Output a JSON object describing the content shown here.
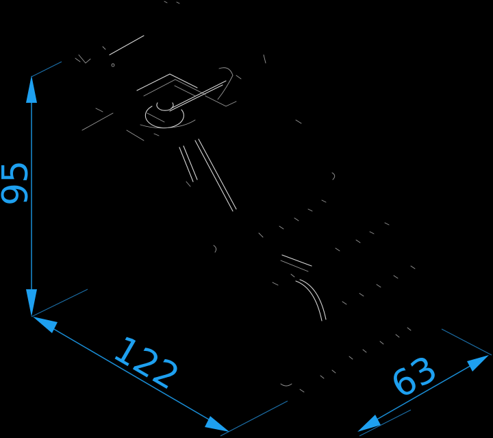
{
  "dimensions": {
    "height": "95",
    "width": "122",
    "depth": "63"
  },
  "colors": {
    "background": "#000000",
    "dimension": "#1ea0f0",
    "line_art": "#d8d8d8"
  }
}
